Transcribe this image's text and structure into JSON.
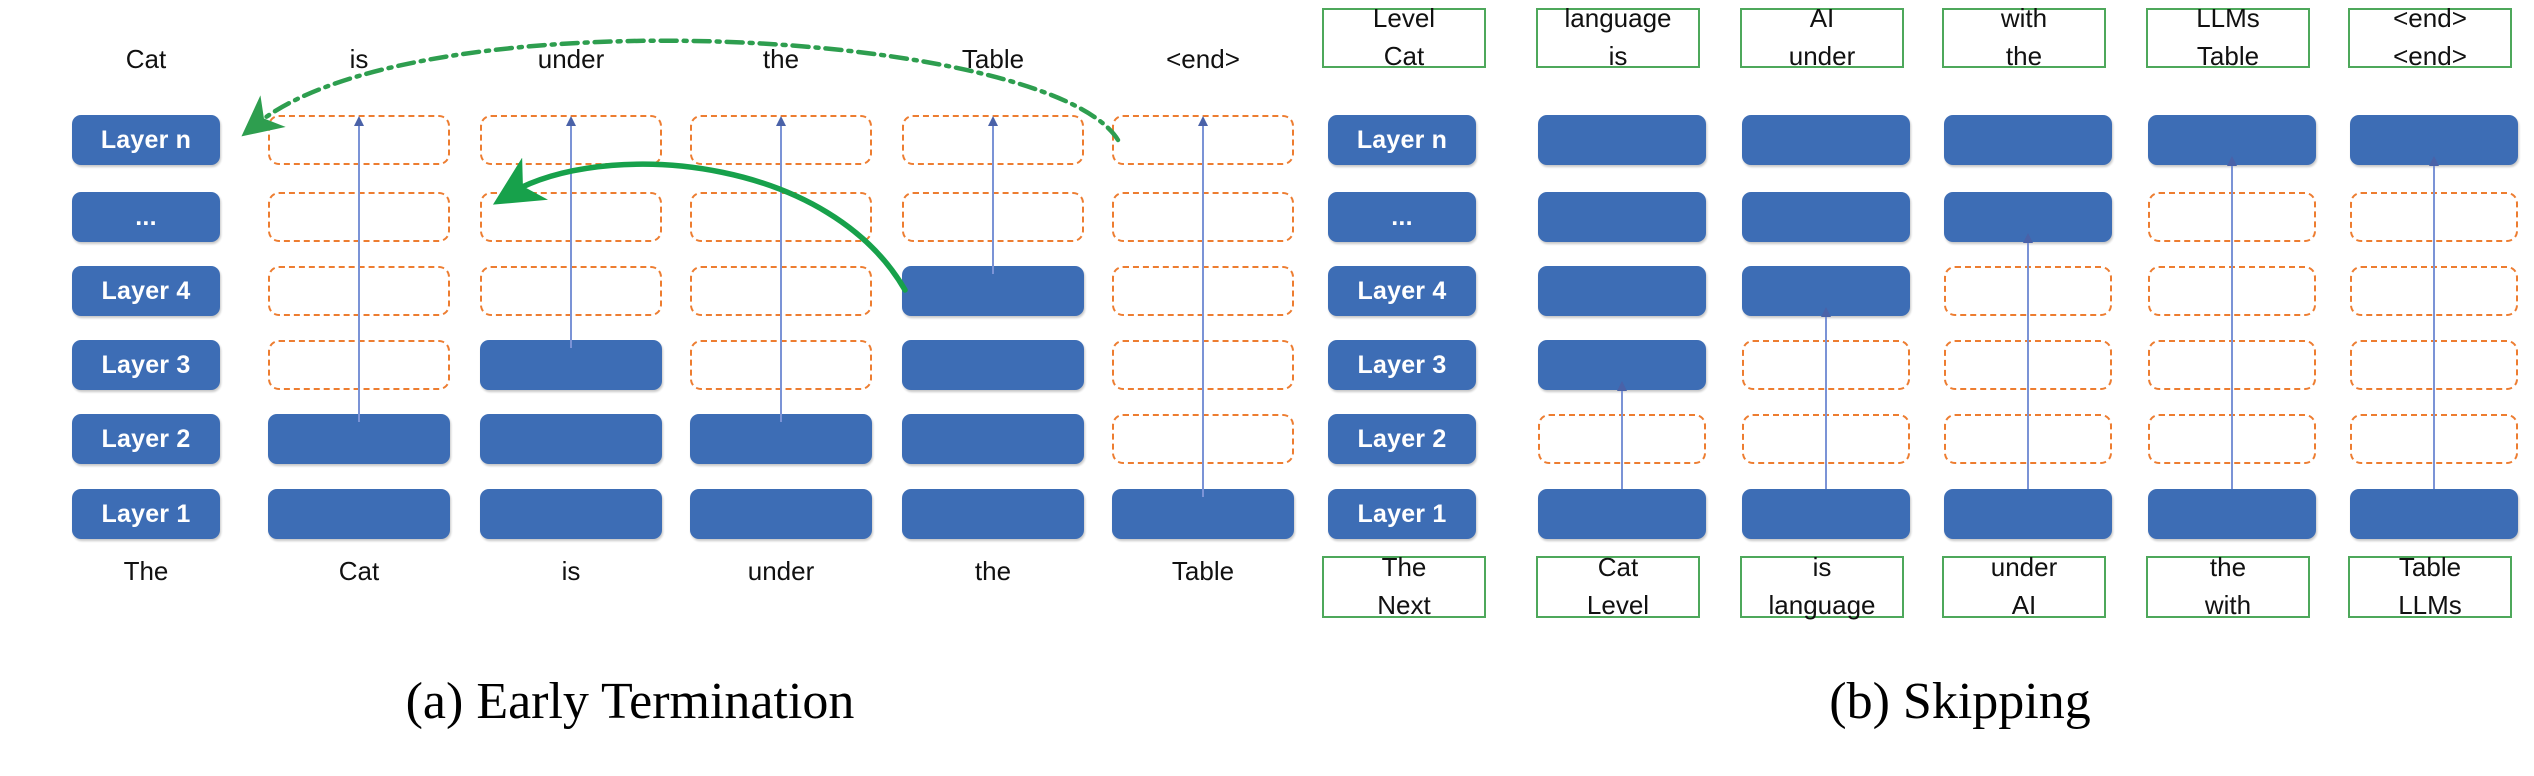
{
  "figure": {
    "panels": [
      {
        "id": "early-termination",
        "caption": "(a) Early Termination",
        "row_labels": [
          "Layer n",
          "...",
          "Layer 4",
          "Layer 3",
          "Layer 2",
          "Layer 1"
        ],
        "top_word_labels": [
          "Cat",
          "is",
          "under",
          "the",
          "Table",
          "<end>"
        ],
        "bottom_word_labels": [
          "The",
          "Cat",
          "is",
          "under",
          "the",
          "Table"
        ],
        "columns": [
          "Cat",
          "is",
          "under",
          "the",
          "Table",
          "<end>"
        ],
        "grid": [
          [
            "empty",
            "empty",
            "empty",
            "empty",
            "empty"
          ],
          [
            "empty",
            "empty",
            "empty",
            "empty",
            "empty"
          ],
          [
            "empty",
            "empty",
            "empty",
            "filled",
            "empty"
          ],
          [
            "empty",
            "filled",
            "empty",
            "filled",
            "empty"
          ],
          [
            "filled",
            "filled",
            "filled",
            "filled",
            "empty"
          ],
          [
            "filled",
            "filled",
            "filled",
            "filled",
            "filled"
          ]
        ],
        "arcs": [
          {
            "name": "early-exit-arc",
            "style": "dash-dot",
            "from": "Table/Layer n",
            "to": "Layer n label"
          },
          {
            "name": "kv-reuse-arc",
            "style": "solid",
            "from": "Table/Layer 4",
            "to": "is/Layer 4"
          }
        ]
      },
      {
        "id": "skipping",
        "caption": "(b) Skipping",
        "row_labels": [
          "Layer n",
          "...",
          "Layer 4",
          "Layer 3",
          "Layer 2",
          "Layer 1"
        ],
        "top_token_boxes": [
          [
            "Level",
            "Cat"
          ],
          [
            "language",
            "is"
          ],
          [
            "AI",
            "under"
          ],
          [
            "with",
            "the"
          ],
          [
            "LLMs",
            "Table"
          ],
          [
            "<end>",
            "<end>"
          ]
        ],
        "bottom_token_boxes": [
          [
            "The",
            "Next"
          ],
          [
            "Cat",
            "Level"
          ],
          [
            "is",
            "language"
          ],
          [
            "under",
            "AI"
          ],
          [
            "the",
            "with"
          ],
          [
            "Table",
            "LLMs"
          ]
        ],
        "columns": [
          "col1",
          "col2",
          "col3",
          "col4",
          "col5"
        ],
        "grid": [
          [
            "filled",
            "filled",
            "filled",
            "filled",
            "filled"
          ],
          [
            "filled",
            "filled",
            "filled",
            "empty",
            "empty"
          ],
          [
            "filled",
            "filled",
            "empty",
            "empty",
            "empty"
          ],
          [
            "filled",
            "empty",
            "empty",
            "empty",
            "empty"
          ],
          [
            "empty",
            "empty",
            "empty",
            "empty",
            "empty"
          ],
          [
            "filled",
            "filled",
            "filled",
            "filled",
            "filled"
          ]
        ]
      }
    ],
    "colors": {
      "block_fill": "#3D6DB5",
      "skip_outline": "#ED7D31",
      "token_outline": "#4EA85B",
      "arrow": "#7B93D6",
      "arc_green": "#2E9E4F",
      "text": "#111111",
      "background": "#FFFFFF"
    }
  }
}
